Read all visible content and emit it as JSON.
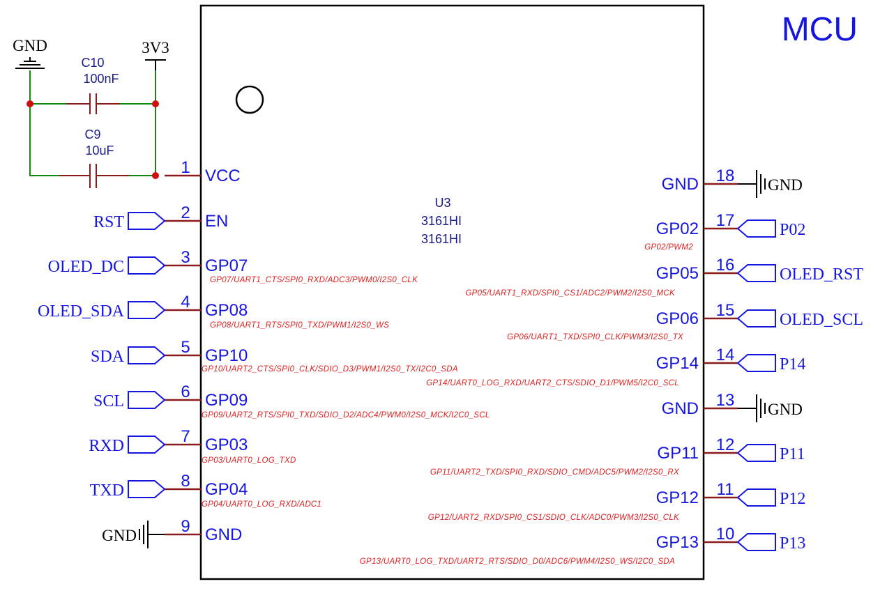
{
  "title": "MCU",
  "colors": {
    "pin": "#8b1a1a",
    "wire": "#118811",
    "junction": "#cc1111",
    "text": "#1515e0",
    "func": "#e02020"
  },
  "power": {
    "gnd": "GND",
    "v33": "3V3"
  },
  "capacitors": [
    {
      "ref": "C10",
      "value": "100nF"
    },
    {
      "ref": "C9",
      "value": "10uF"
    }
  ],
  "chip": {
    "ref": "U3",
    "value1": "3161HI",
    "value2": "3161HI"
  },
  "left_pins": [
    {
      "num": "1",
      "name": "VCC",
      "label": "",
      "func": ""
    },
    {
      "num": "2",
      "name": "EN",
      "label": "RST",
      "func": ""
    },
    {
      "num": "3",
      "name": "GP07",
      "label": "OLED_DC",
      "func": "GP07/UART1_CTS/SPI0_RXD/ADC3/PWM0/I2S0_CLK"
    },
    {
      "num": "4",
      "name": "GP08",
      "label": "OLED_SDA",
      "func": "GP08/UART1_RTS/SPI0_TXD/PWM1/I2S0_WS"
    },
    {
      "num": "5",
      "name": "GP10",
      "label": "SDA",
      "func": "GP10/UART2_CTS/SPI0_CLK/SDIO_D3/PWM1/I2S0_TX/I2C0_SDA"
    },
    {
      "num": "6",
      "name": "GP09",
      "label": "SCL",
      "func": "GP09/UART2_RTS/SPI0_TXD/SDIO_D2/ADC4/PWM0/I2S0_MCK/I2C0_SCL"
    },
    {
      "num": "7",
      "name": "GP03",
      "label": "RXD",
      "func": "GP03/UART0_LOG_TXD"
    },
    {
      "num": "8",
      "name": "GP04",
      "label": "TXD",
      "func": "GP04/UART0_LOG_RXD/ADC1"
    },
    {
      "num": "9",
      "name": "GND",
      "label": "GND",
      "func": ""
    }
  ],
  "right_pins": [
    {
      "num": "18",
      "name": "GND",
      "label": "GND",
      "func": ""
    },
    {
      "num": "17",
      "name": "GP02",
      "label": "P02",
      "func": "GP02/PWM2"
    },
    {
      "num": "16",
      "name": "GP05",
      "label": "OLED_RST",
      "func": "GP05/UART1_RXD/SPI0_CS1/ADC2/PWM2/I2S0_MCK"
    },
    {
      "num": "15",
      "name": "GP06",
      "label": "OLED_SCL",
      "func": "GP06/UART1_TXD/SPI0_CLK/PWM3/I2S0_TX"
    },
    {
      "num": "14",
      "name": "GP14",
      "label": "P14",
      "func": "GP14/UART0_LOG_RXD/UART2_CTS/SDIO_D1/PWM5/I2C0_SCL"
    },
    {
      "num": "13",
      "name": "GND",
      "label": "GND",
      "func": ""
    },
    {
      "num": "12",
      "name": "GP11",
      "label": "P11",
      "func": "GP11/UART2_TXD/SPI0_RXD/SDIO_CMD/ADC5/PWM2/I2S0_RX"
    },
    {
      "num": "11",
      "name": "GP12",
      "label": "P12",
      "func": "GP12/UART2_RXD/SPI0_CS1/SDIO_CLK/ADC0/PWM3/I2S0_CLK"
    },
    {
      "num": "10",
      "name": "GP13",
      "label": "P13",
      "func": "GP13/UART0_LOG_TXD/UART2_RTS/SDIO_D0/ADC6/PWM4/I2S0_WS/I2C0_SDA"
    }
  ]
}
